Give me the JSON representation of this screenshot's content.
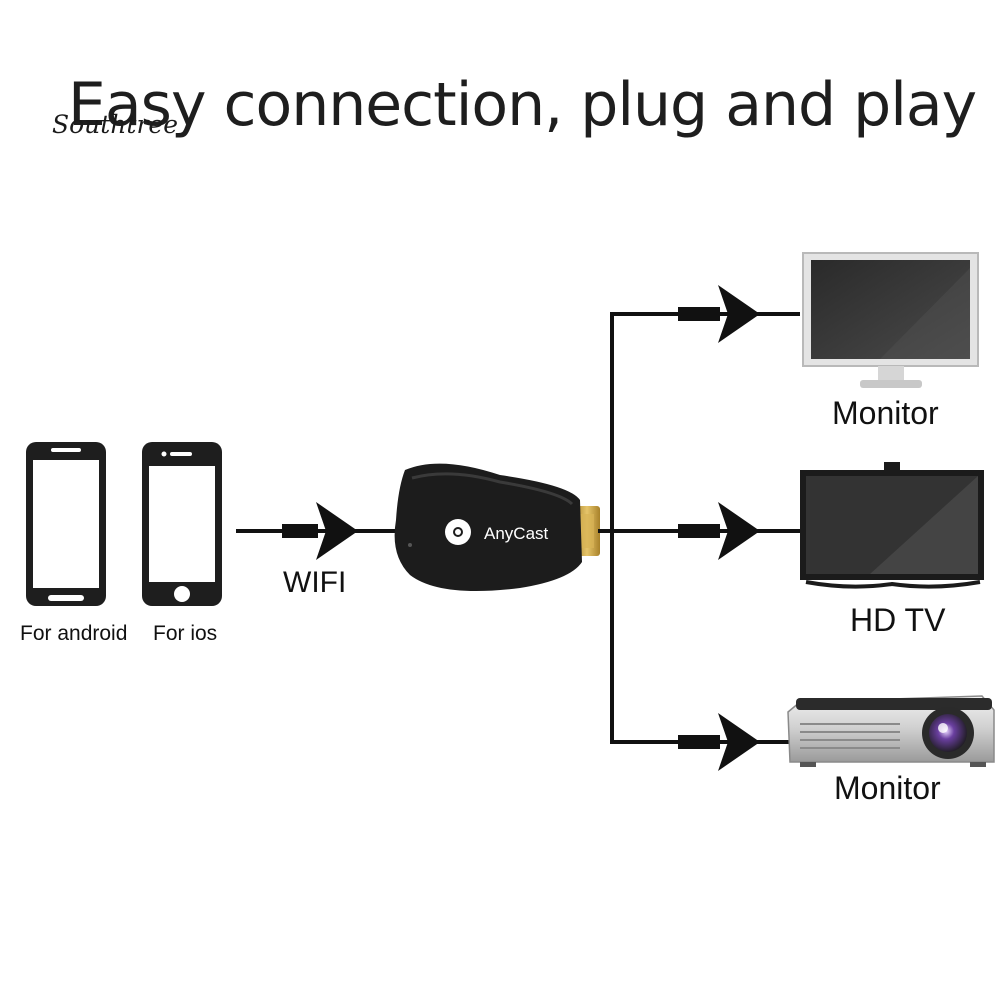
{
  "title": "Easy connection, plug and play",
  "watermark": "Southtree",
  "phones": [
    {
      "label": "For android",
      "icon": "android-phone-icon"
    },
    {
      "label": "For ios",
      "icon": "iphone-icon"
    }
  ],
  "connection": {
    "label": "WIFI"
  },
  "dongle": {
    "brand": "AnyCast",
    "icon": "chrome-logo-icon"
  },
  "outputs": [
    {
      "label": "Monitor",
      "icon": "monitor-icon"
    },
    {
      "label": "HD TV",
      "icon": "tv-icon"
    },
    {
      "label": "Monitor",
      "icon": "projector-icon"
    }
  ],
  "colors": {
    "line": "#111111",
    "device_dark": "#1f1f1f",
    "dongle_body": "#1c1c1c",
    "hdmi_gold": "#c9a23e"
  }
}
